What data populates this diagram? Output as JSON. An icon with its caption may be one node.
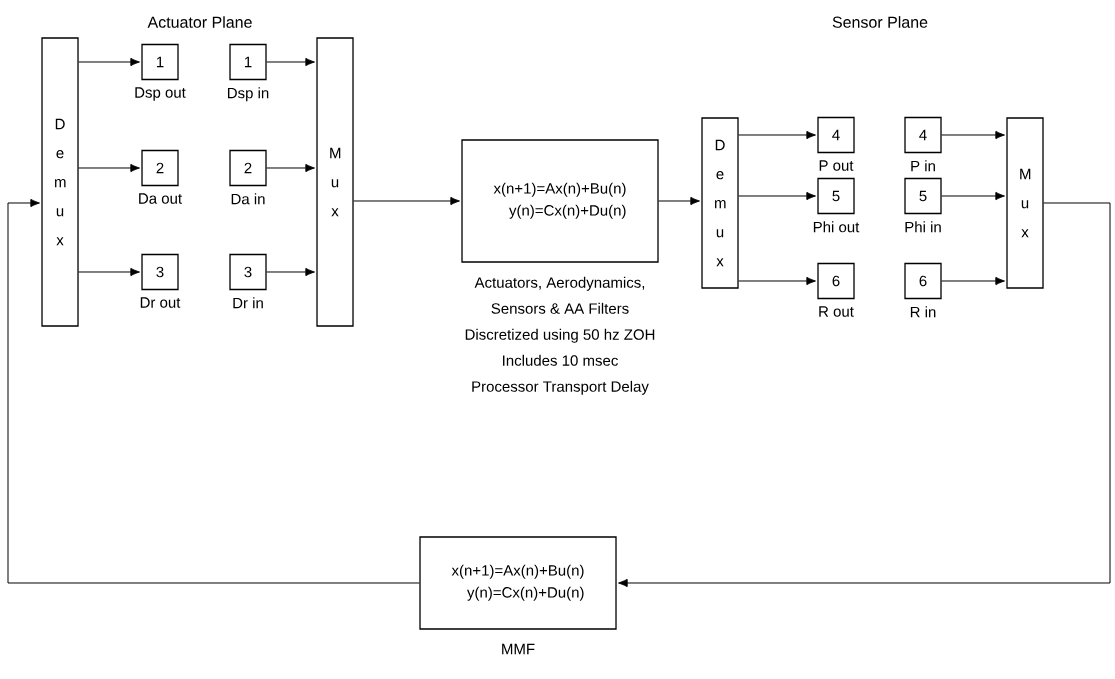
{
  "diagram": {
    "nodes": [
      {
        "text": [
          "D e m u x"
        ]
      },
      {
        "text": [
          "1"
        ],
        "beside": [
          "Dsp out"
        ]
      },
      {
        "text": [
          "2"
        ],
        "beside": [
          "Da out"
        ]
      },
      {
        "text": [
          "3"
        ],
        "beside": [
          "Dr out"
        ]
      },
      {
        "text": [
          "1"
        ],
        "beside": [
          "Dsp in"
        ]
      },
      {
        "text": [
          "2"
        ],
        "beside": [
          "Da in"
        ]
      },
      {
        "text": [
          "3"
        ],
        "beside": [
          "Dr in"
        ]
      },
      {
        "text": [
          "M u x"
        ]
      },
      {
        "text": [
          "x(n+1)=Ax(n)+Bu(n)",
          "y(n)=Cx(n)+Du(n)"
        ],
        "beside": [
          "Actuators, Aerodynamics,",
          "Sensors & AA Filters",
          "Discretized using 50 hz ZOH",
          "Includes 10 msec",
          "Processor Transport Delay"
        ]
      },
      {
        "text": [
          "D e m u x"
        ]
      },
      {
        "text": [
          "4"
        ],
        "beside": [
          "P out"
        ]
      },
      {
        "text": [
          "5"
        ],
        "beside": [
          "Phi out"
        ]
      },
      {
        "text": [
          "6"
        ],
        "beside": [
          "R out"
        ]
      },
      {
        "text": [
          "4"
        ],
        "beside": [
          "P in"
        ]
      },
      {
        "text": [
          "5"
        ],
        "beside": [
          "Phi in"
        ]
      },
      {
        "text": [
          "6"
        ],
        "beside": [
          "R in"
        ]
      },
      {
        "text": [
          "M u x"
        ]
      },
      {
        "text": [
          "x(n+1)=Ax(n)+Bu(n)",
          "y(n)=Cx(n)+Du(n)"
        ],
        "beside": [
          "MMF"
        ]
      }
    ],
    "edges": [
      {
        "from": 0,
        "to": 1,
        "arrow": "to"
      },
      {
        "from": 0,
        "to": 2,
        "arrow": "to"
      },
      {
        "from": 0,
        "to": 3,
        "arrow": "to"
      },
      {
        "from": 4,
        "to": 7,
        "arrow": "to"
      },
      {
        "from": 5,
        "to": 7,
        "arrow": "to"
      },
      {
        "from": 6,
        "to": 7,
        "arrow": "to"
      },
      {
        "from": 7,
        "to": 8,
        "arrow": "to"
      },
      {
        "from": 8,
        "to": 9,
        "arrow": "to"
      },
      {
        "from": 9,
        "to": 10,
        "arrow": "to"
      },
      {
        "from": 9,
        "to": 11,
        "arrow": "to"
      },
      {
        "from": 9,
        "to": 12,
        "arrow": "to"
      },
      {
        "from": 13,
        "to": 16,
        "arrow": "to"
      },
      {
        "from": 14,
        "to": 16,
        "arrow": "to"
      },
      {
        "from": 15,
        "to": 16,
        "arrow": "to"
      },
      {
        "from": 16,
        "to": 17,
        "arrow": "to"
      },
      {
        "from": 17,
        "to": 0,
        "arrow": "to"
      }
    ],
    "labels": [
      "Actuator Plane",
      "Sensor Plane"
    ]
  }
}
